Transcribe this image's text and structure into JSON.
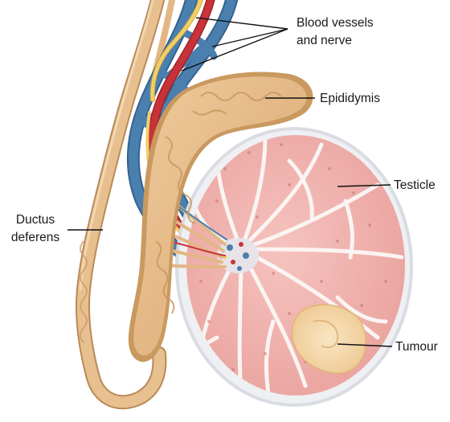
{
  "labels": {
    "blood_vessels_line1": "Blood vessels",
    "blood_vessels_line2": "and nerve",
    "epididymis": "Epididymis",
    "testicle": "Testicle",
    "ductus_line1": "Ductus",
    "ductus_line2": "deferens",
    "tumour": "Tumour"
  },
  "colors": {
    "testicle_tissue": "#f0b4b0",
    "lobule_septa": "#faf4f2",
    "capsule": "#eef0f3",
    "epididymis": "#e3b785",
    "ductus_deferens": "#e8c090",
    "vein": "#4a7fae",
    "artery": "#c8333a",
    "nerve": "#f2cf6a",
    "tumour": "#f5dcb0",
    "leader_line": "#111111"
  },
  "icons": [
    "testicle-anatomy-illustration"
  ]
}
